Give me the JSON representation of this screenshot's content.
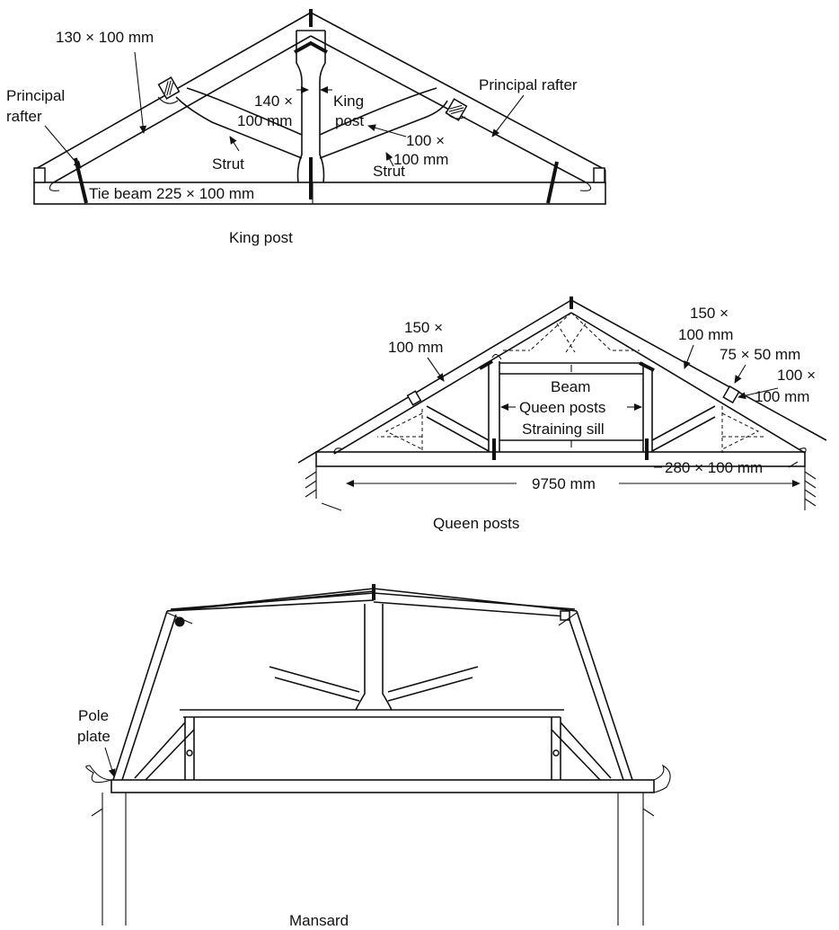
{
  "king_post": {
    "caption": "King post",
    "labels": {
      "rafter_size": "130 × 100 mm",
      "principal_rafter_left_1": "Principal",
      "principal_rafter_left_2": "rafter",
      "king_post_size_1": "140 ×",
      "king_post_size_2": "100 mm",
      "king_post_1": "King",
      "king_post_2": "post",
      "principal_rafter_right": "Principal rafter",
      "strut_size_1": "100 ×",
      "strut_size_2": "100 mm",
      "strut_left": "Strut",
      "strut_right": "Strut",
      "tie_beam": "Tie beam 225 × 100 mm"
    }
  },
  "queen_posts": {
    "caption": "Queen posts",
    "labels": {
      "left_size_1": "150 ×",
      "left_size_2": "100 mm",
      "right_size_1": "150 ×",
      "right_size_2": "100 mm",
      "purlin_size": "75 × 50 mm",
      "purlin_block_1": "100 ×",
      "purlin_block_2": "100 mm",
      "beam": "Beam",
      "queen_posts": "Queen posts",
      "straining_sill": "Straining sill",
      "tie_size": "280 × 100 mm",
      "span": "9750 mm"
    }
  },
  "mansard": {
    "caption": "Mansard",
    "labels": {
      "pole_plate_1": "Pole",
      "pole_plate_2": "plate"
    }
  }
}
